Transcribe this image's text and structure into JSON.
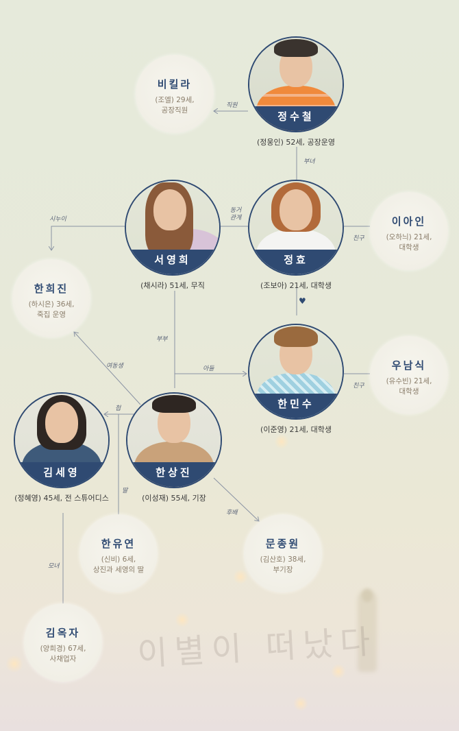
{
  "title_watermark": "이별이 떠났다",
  "colors": {
    "banner_navy": "#2f4a72",
    "background": "#e6eadb",
    "text_node_bg": "#f3f1e8",
    "desc_text": "#8a7d6a",
    "line": "#8a93a3"
  },
  "photo_nodes": [
    {
      "id": "jung-sucheol",
      "name": "정수철",
      "caption": "(정웅인) 52세, 공장운영"
    },
    {
      "id": "seo-younghee",
      "name": "서영희",
      "caption": "(채시라) 51세, 무직"
    },
    {
      "id": "jung-hyo",
      "name": "정효",
      "caption": "(조보아) 21세, 대학생"
    },
    {
      "id": "han-minsu",
      "name": "한민수",
      "caption": "(이준영) 21세, 대학생"
    },
    {
      "id": "kim-seyoung",
      "name": "김세영",
      "caption": "(정혜영) 45세, 전 스튜어디스"
    },
    {
      "id": "han-sangjin",
      "name": "한상진",
      "caption": "(이성재) 55세, 기장"
    }
  ],
  "text_nodes": [
    {
      "id": "bi-killa",
      "name": "비킬라",
      "desc1": "(조엘) 29세,",
      "desc2": "공장직원"
    },
    {
      "id": "lee-ain",
      "name": "이아인",
      "desc1": "(오하늬) 21세,",
      "desc2": "대학생"
    },
    {
      "id": "han-huijin",
      "name": "한희진",
      "desc1": "(하시은) 36세,",
      "desc2": "죽집 운영"
    },
    {
      "id": "woo-namsik",
      "name": "우남식",
      "desc1": "(유수빈) 21세,",
      "desc2": "대학생"
    },
    {
      "id": "han-yuyeon",
      "name": "한유연",
      "desc1": "(신비) 6세,",
      "desc2": "상진과 세영의 딸"
    },
    {
      "id": "moon-jongwon",
      "name": "문종원",
      "desc1": "(김산호) 38세,",
      "desc2": "부기장"
    },
    {
      "id": "kim-okja",
      "name": "김옥자",
      "desc1": "(양희경) 67세,",
      "desc2": "사채업자"
    }
  ],
  "relations": {
    "employee": "직원",
    "father_daughter": "부녀",
    "sister_in_law": "시누이",
    "cohabitation": "동거 관계",
    "friend_1": "친구",
    "friend_2": "친구",
    "couple": "부부",
    "son": "아들",
    "younger_sister": "여동생",
    "concubine": "첩",
    "daughter": "딸",
    "junior": "후배",
    "mother_daughter": "모녀",
    "love": "♥"
  }
}
